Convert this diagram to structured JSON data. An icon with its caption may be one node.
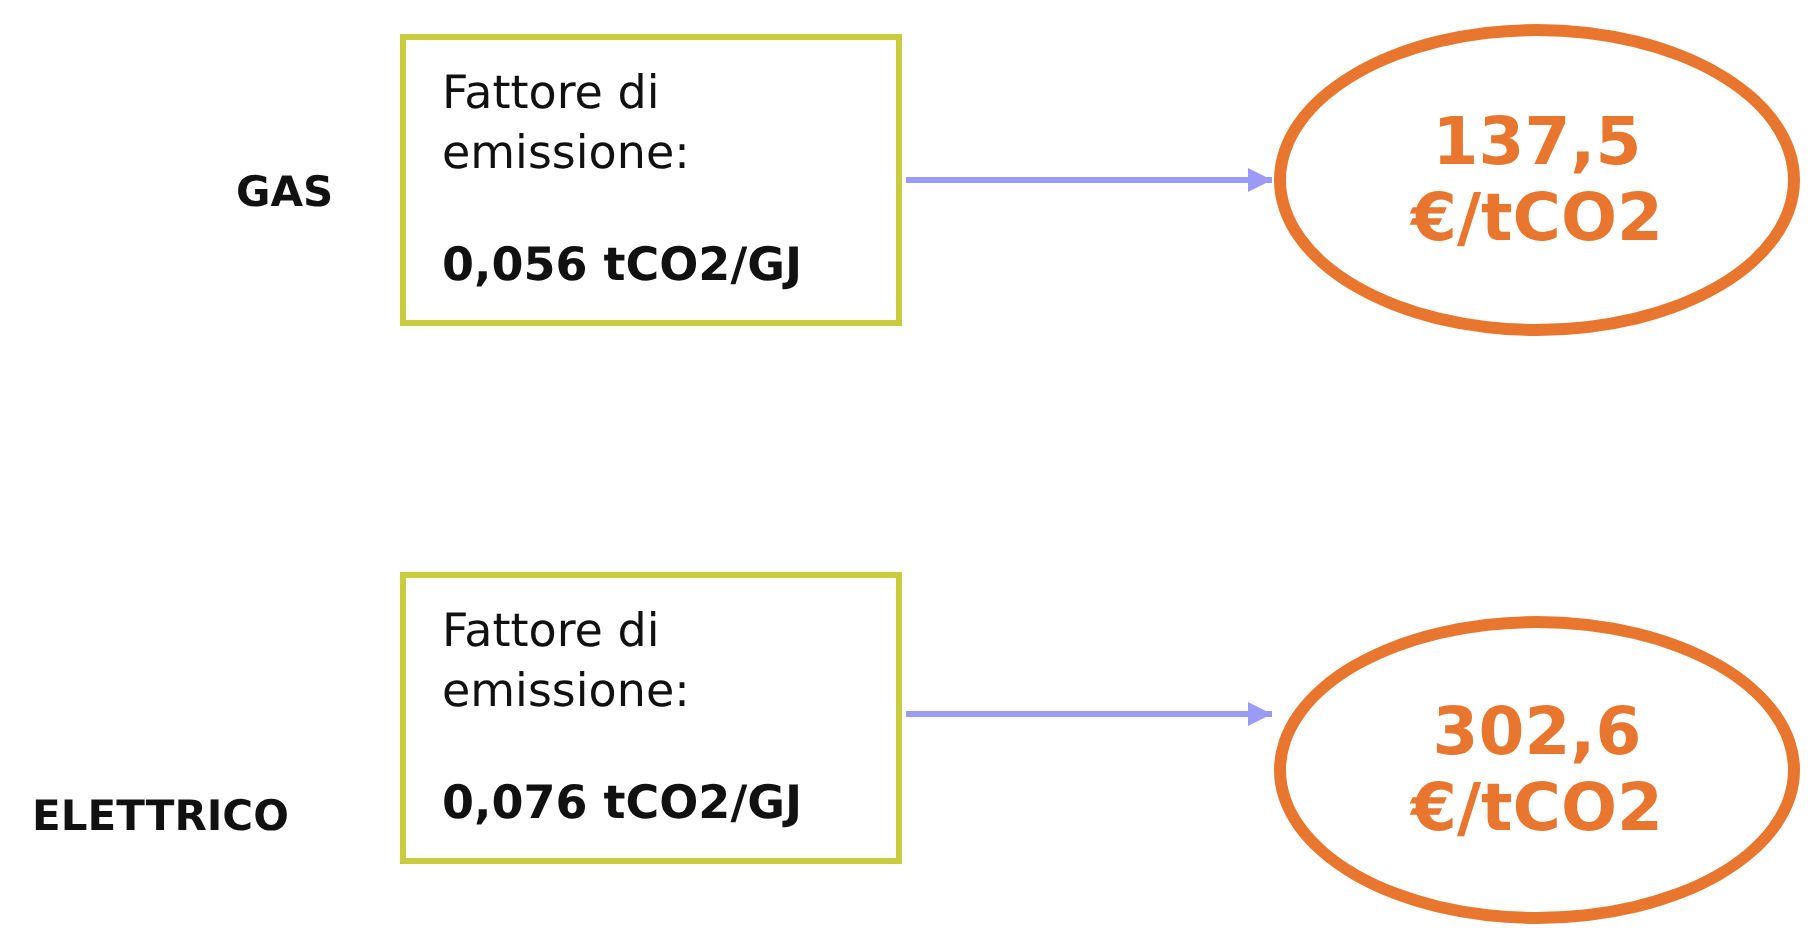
{
  "diagram": {
    "nodes": [
      {
        "text": [
          "Fattore di emissione:",
          "0,056 tCO2/GJ"
        ]
      },
      {
        "text": [
          "137,5 €/tCO2"
        ]
      },
      {
        "text": [
          "Fattore di emissione:",
          "0,076 tCO2/GJ"
        ]
      },
      {
        "text": [
          "302,6 €/tCO2"
        ]
      }
    ],
    "edges": [
      {
        "from": 0,
        "to": 1,
        "arrow": "to"
      },
      {
        "from": 2,
        "to": 3,
        "arrow": "to"
      }
    ],
    "labels": [
      "GAS",
      "ELETTRICO"
    ]
  }
}
